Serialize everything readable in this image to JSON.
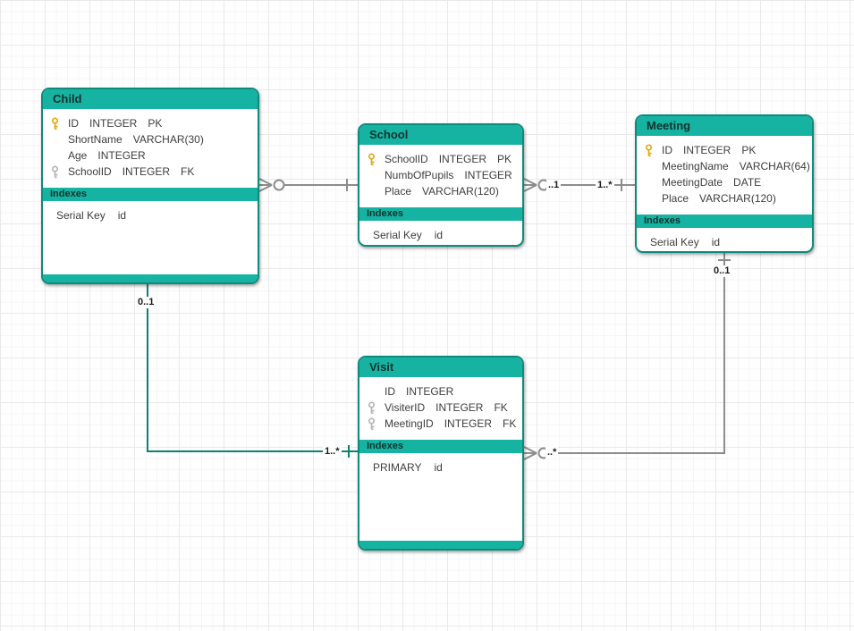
{
  "colors": {
    "accent_teal": "#17b3a2",
    "table_border_teal": "#0c8b7d",
    "connector_gray": "#8c8c8c",
    "connector_teal": "#0a8275",
    "pk_icon_color": "#e2a713",
    "fk_icon_color": "#b5b5b5"
  },
  "tables": {
    "child": {
      "title": "Child",
      "columns": [
        {
          "icon": "primary-key",
          "name": "ID",
          "type": "INTEGER",
          "flag": "PK"
        },
        {
          "icon": "",
          "name": "ShortName",
          "type": "VARCHAR(30)",
          "flag": ""
        },
        {
          "icon": "",
          "name": "Age",
          "type": "INTEGER",
          "flag": ""
        },
        {
          "icon": "foreign-key",
          "name": "SchoolID",
          "type": "INTEGER",
          "flag": "FK"
        }
      ],
      "indexes_label": "Indexes",
      "indexes": [
        {
          "name": "Serial Key",
          "columns": "id"
        }
      ]
    },
    "school": {
      "title": "School",
      "columns": [
        {
          "icon": "primary-key",
          "name": "SchoolID",
          "type": "INTEGER",
          "flag": "PK"
        },
        {
          "icon": "",
          "name": "NumbOfPupils",
          "type": "INTEGER",
          "flag": ""
        },
        {
          "icon": "",
          "name": "Place",
          "type": "VARCHAR(120)",
          "flag": ""
        }
      ],
      "indexes_label": "Indexes",
      "indexes": [
        {
          "name": "Serial Key",
          "columns": "id"
        }
      ]
    },
    "meeting": {
      "title": "Meeting",
      "columns": [
        {
          "icon": "primary-key",
          "name": "ID",
          "type": "INTEGER",
          "flag": "PK"
        },
        {
          "icon": "",
          "name": "MeetingName",
          "type": "VARCHAR(64)",
          "flag": ""
        },
        {
          "icon": "",
          "name": "MeetingDate",
          "type": "DATE",
          "flag": ""
        },
        {
          "icon": "",
          "name": "Place",
          "type": "VARCHAR(120)",
          "flag": ""
        }
      ],
      "indexes_label": "Indexes",
      "indexes": [
        {
          "name": "Serial Key",
          "columns": "id"
        }
      ]
    },
    "visit": {
      "title": "Visit",
      "columns": [
        {
          "icon": "",
          "name": "ID",
          "type": "INTEGER",
          "flag": ""
        },
        {
          "icon": "foreign-key",
          "name": "VisiterID",
          "type": "INTEGER",
          "flag": "FK"
        },
        {
          "icon": "foreign-key",
          "name": "MeetingID",
          "type": "INTEGER",
          "flag": "FK"
        }
      ],
      "indexes_label": "Indexes",
      "indexes": [
        {
          "name": "PRIMARY",
          "columns": "id"
        }
      ]
    }
  },
  "connectors": {
    "school_meeting": {
      "from": "School",
      "to": "Meeting",
      "label_near_school": "..1",
      "label_near_meeting": "1..*"
    },
    "child_visit": {
      "from": "Child",
      "to": "Visit",
      "label_near_child": "0..1",
      "label_near_visit": "1..*"
    },
    "meeting_visit": {
      "from": "Meeting",
      "to": "Visit",
      "label_near_meeting": "0..1",
      "label_near_visit": "..*"
    },
    "child_school": {
      "from": "Child",
      "to": "School"
    }
  }
}
